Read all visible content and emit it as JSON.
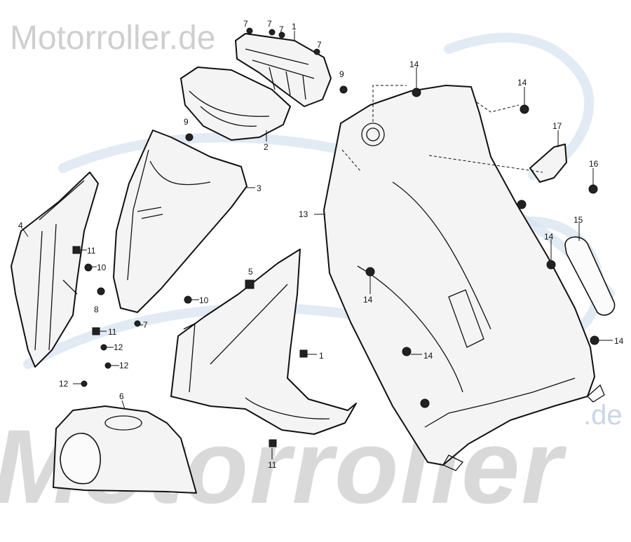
{
  "watermarks": {
    "top": "Motorroller.de",
    "bottom": "Motorroller",
    "corner": ".de"
  },
  "callouts": {
    "n1": "1",
    "n2": "2",
    "n3": "3",
    "n4": "4",
    "n5": "5",
    "n6": "6",
    "n7": "7",
    "n8": "8",
    "n9": "9",
    "n10": "10",
    "n11": "11",
    "n12": "12",
    "n13": "13",
    "n14": "14",
    "n15": "15",
    "n16": "16",
    "n17": "17"
  },
  "colors": {
    "line": "#111111",
    "watermark_text": "#d9d9d9",
    "watermark_swirl": "#d6e2f0"
  }
}
